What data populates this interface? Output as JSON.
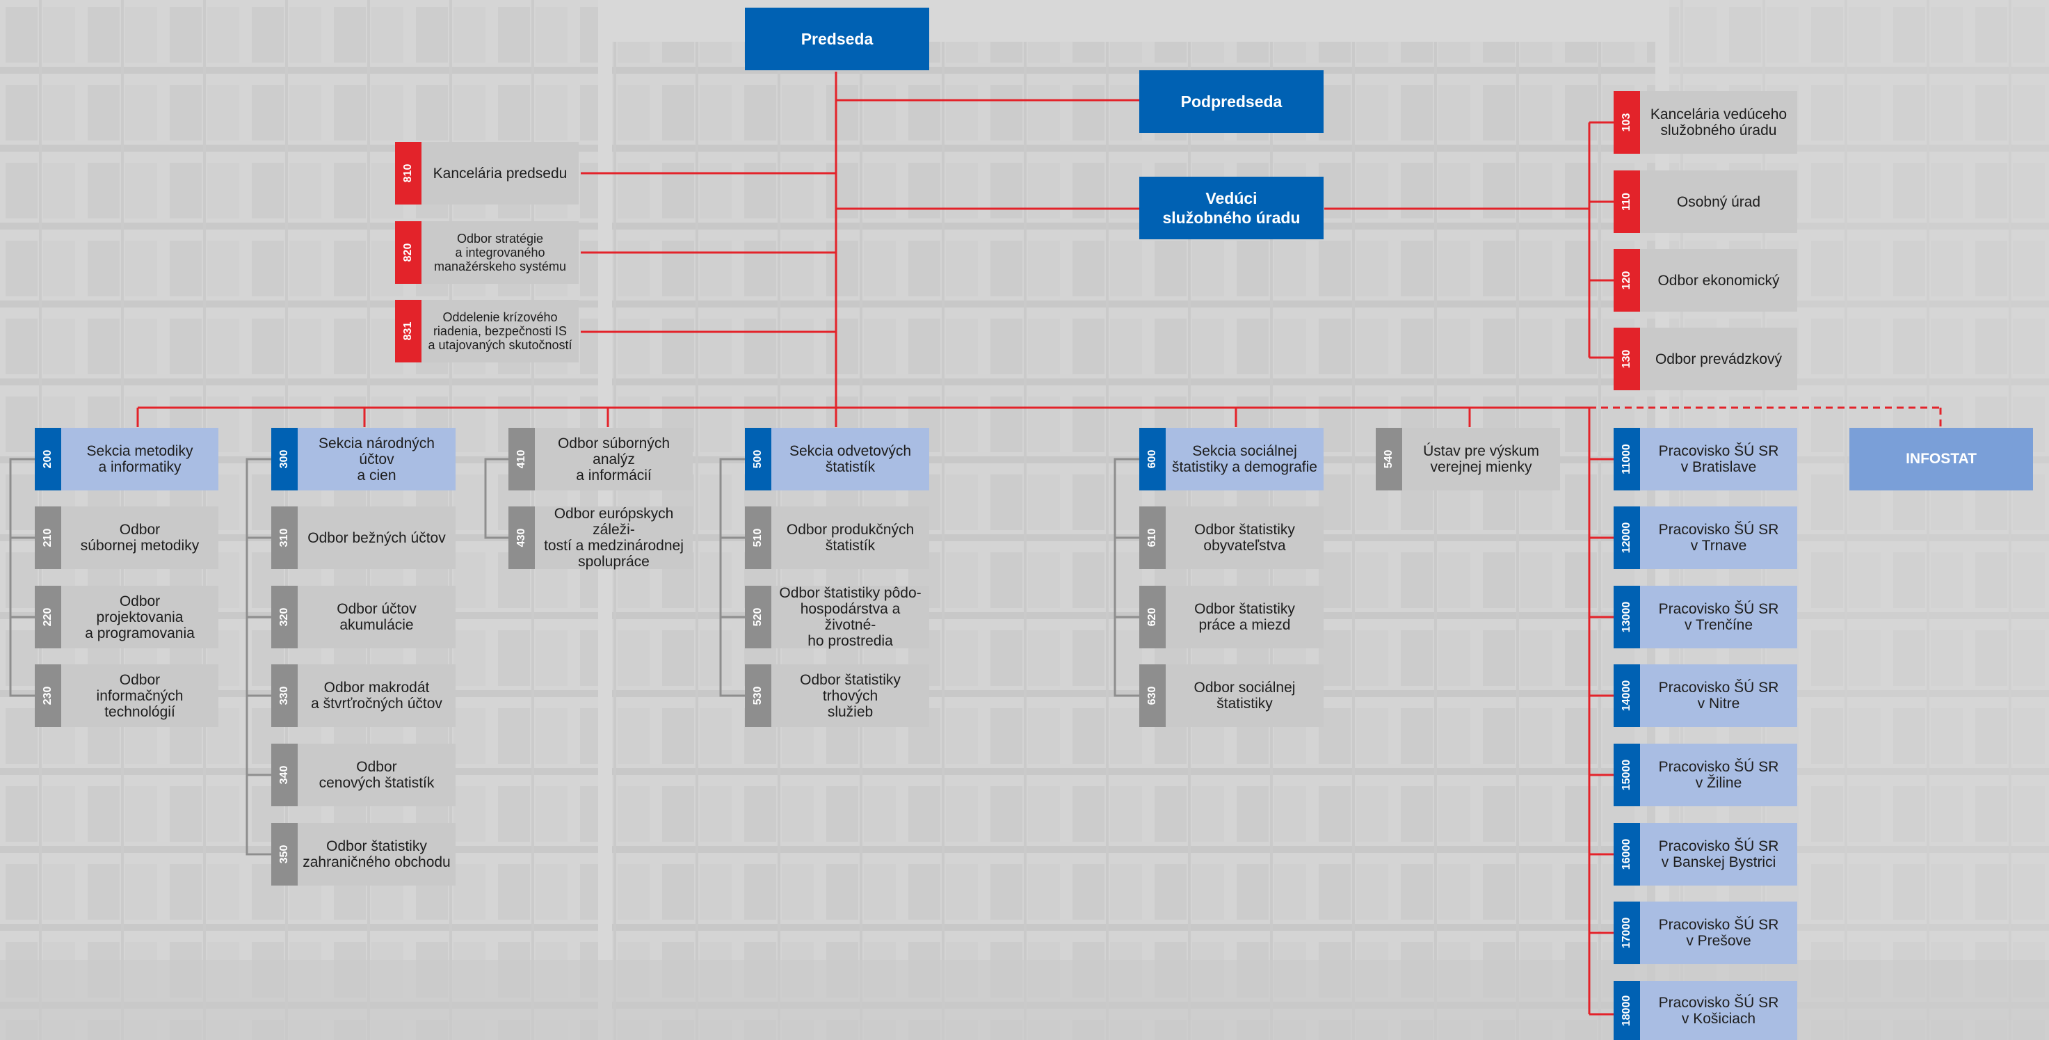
{
  "colors": {
    "line": "#e3232a",
    "bracket": "#8e8e8e",
    "top_box": "#0061b3",
    "tag_red": "#e3232a",
    "tag_blue": "#0061b3",
    "tag_gray": "#8e8e8e",
    "label_gray": "#c9c9c9",
    "label_light_blue": "#a9bde3",
    "infostat": "#7a9fd8"
  },
  "top": {
    "predseda": "Predseda",
    "podpredseda": "Podpredseda",
    "veduci": "Vedúci\nslužobného úradu"
  },
  "chairman_units": [
    {
      "code": "810",
      "label": "Kancelária predsedu"
    },
    {
      "code": "820",
      "label": "Odbor stratégie\na integrovaného\nmanažérskeho systému"
    },
    {
      "code": "831",
      "label": "Oddelenie krízového\nriadenia, bezpečnosti IS\na utajovaných skutočností"
    }
  ],
  "office_units": [
    {
      "code": "103",
      "label": "Kancelária vedúceho\nslužobného úradu"
    },
    {
      "code": "110",
      "label": "Osobný úrad"
    },
    {
      "code": "120",
      "label": "Odbor ekonomický"
    },
    {
      "code": "130",
      "label": "Odbor  prevádzkový"
    }
  ],
  "sections": [
    {
      "code": "200",
      "label": "Sekcia metodiky\na informatiky",
      "children": [
        {
          "code": "210",
          "label": "Odbor\nsúbornej metodiky"
        },
        {
          "code": "220",
          "label": "Odbor\nprojektovania\na programovania"
        },
        {
          "code": "230",
          "label": "Odbor\ninformačných\ntechnológií"
        }
      ]
    },
    {
      "code": "300",
      "label": "Sekcia národných účtov\na cien",
      "children": [
        {
          "code": "310",
          "label": "Odbor bežných účtov"
        },
        {
          "code": "320",
          "label": "Odbor účtov\nakumulácie"
        },
        {
          "code": "330",
          "label": "Odbor makrodát\na štvrťročných účtov"
        },
        {
          "code": "340",
          "label": "Odbor\ncenových štatistík"
        },
        {
          "code": "350",
          "label": "Odbor štatistiky\nzahraničného obchodu"
        }
      ]
    },
    {
      "code": "410",
      "label": "Odbor súborných analýz\na informácií",
      "children": [
        {
          "code": "430",
          "label": "Odbor európskych záleži-\ntostí a medzinárodnej\nspolupráce"
        }
      ]
    },
    {
      "code": "500",
      "label": "Sekcia odvetových\nštatistík",
      "children": [
        {
          "code": "510",
          "label": "Odbor produkčných\nštatistík"
        },
        {
          "code": "520",
          "label": "Odbor štatistiky pôdo-\nhospodárstva a životné-\nho prostredia"
        },
        {
          "code": "530",
          "label": "Odbor štatistiky trhových\nslužieb"
        }
      ]
    },
    {
      "code": "600",
      "label": "Sekcia sociálnej\nštatistiky a demografie",
      "children": [
        {
          "code": "610",
          "label": "Odbor štatistiky\nobyvateľstva"
        },
        {
          "code": "620",
          "label": "Odbor štatistiky\npráce a miezd"
        },
        {
          "code": "630",
          "label": "Odbor sociálnej\nštatistiky"
        }
      ]
    },
    {
      "code": "540",
      "label": "Ústav pre výskum\nverejnej mienky",
      "children": []
    }
  ],
  "regional": [
    {
      "code": "11000",
      "label": "Pracovisko ŠÚ SR\nv Bratislave"
    },
    {
      "code": "12000",
      "label": "Pracovisko ŠÚ SR\nv Trnave"
    },
    {
      "code": "13000",
      "label": "Pracovisko ŠÚ SR\nv Trenčíne"
    },
    {
      "code": "14000",
      "label": "Pracovisko ŠÚ SR\nv Nitre"
    },
    {
      "code": "15000",
      "label": "Pracovisko ŠÚ SR\nv Žiline"
    },
    {
      "code": "16000",
      "label": "Pracovisko ŠÚ SR\nv Banskej Bystrici"
    },
    {
      "code": "17000",
      "label": "Pracovisko ŠÚ SR\nv Prešove"
    },
    {
      "code": "18000",
      "label": "Pracovisko ŠÚ SR\nv Košiciach"
    }
  ],
  "infostat": "INFOSTAT"
}
